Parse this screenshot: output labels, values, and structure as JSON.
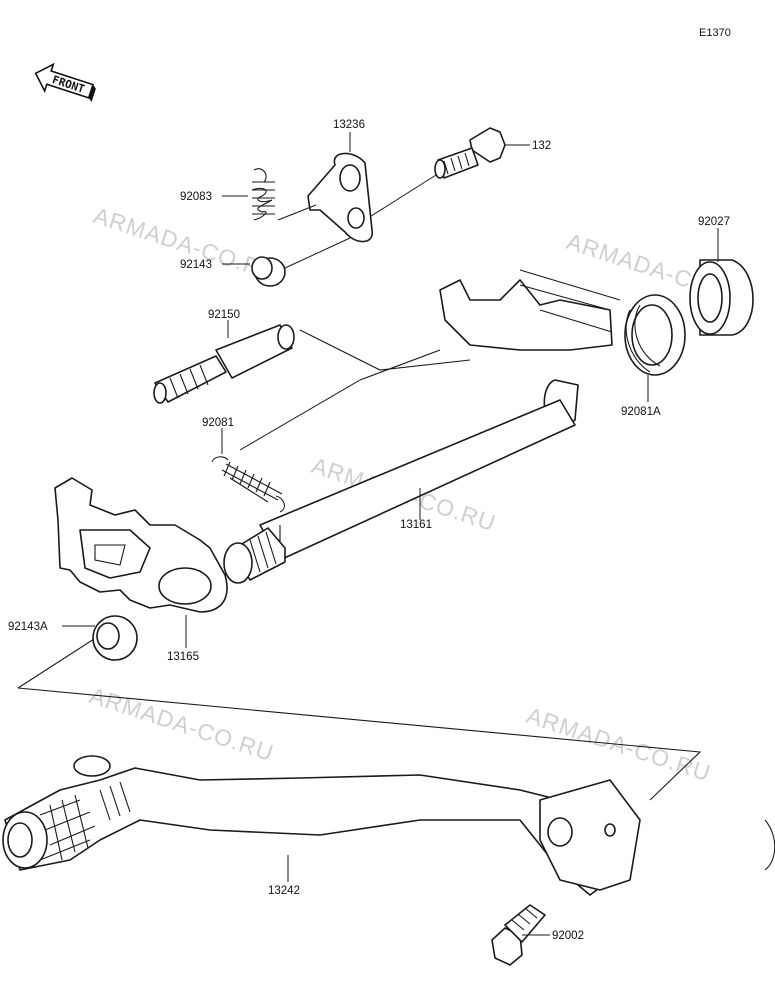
{
  "figure_id": "E1370",
  "front_label": "FRONT",
  "watermark": "ARMADA-CO.RU",
  "callouts": {
    "c13236": "13236",
    "c132": "132",
    "c92083": "92083",
    "c92143": "92143",
    "c92027": "92027",
    "c92150": "92150",
    "c92081": "92081",
    "c92081A": "92081A",
    "c13161": "13161",
    "c92143A": "92143A",
    "c13165": "13165",
    "c13242": "13242",
    "c92002": "92002"
  }
}
